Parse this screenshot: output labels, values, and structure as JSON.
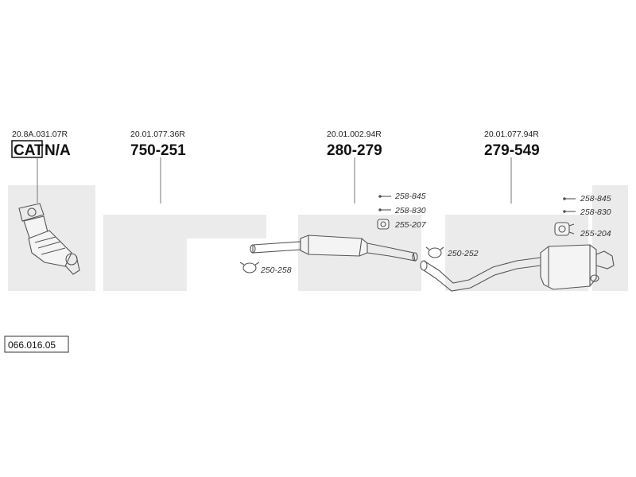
{
  "sections": [
    {
      "ref": "20.8A.031.07R",
      "cat_label": "CAT",
      "part": "N/A"
    },
    {
      "ref": "20.01.077.36R",
      "part": "750-251"
    },
    {
      "ref": "20.01.002.94R",
      "part": "280-279"
    },
    {
      "ref": "20.01.077.94R",
      "part": "279-549"
    }
  ],
  "labels": {
    "p258845_a": "258-845",
    "p258830_a": "258-830",
    "p255207": "255-207",
    "p250258": "250-258",
    "p250252": "250-252",
    "p258845_b": "258-845",
    "p258830_b": "258-830",
    "p255204": "255-204"
  },
  "diagram_code": "066.016.05",
  "colors": {
    "watermark": "#ebebeb",
    "line": "#555555"
  }
}
